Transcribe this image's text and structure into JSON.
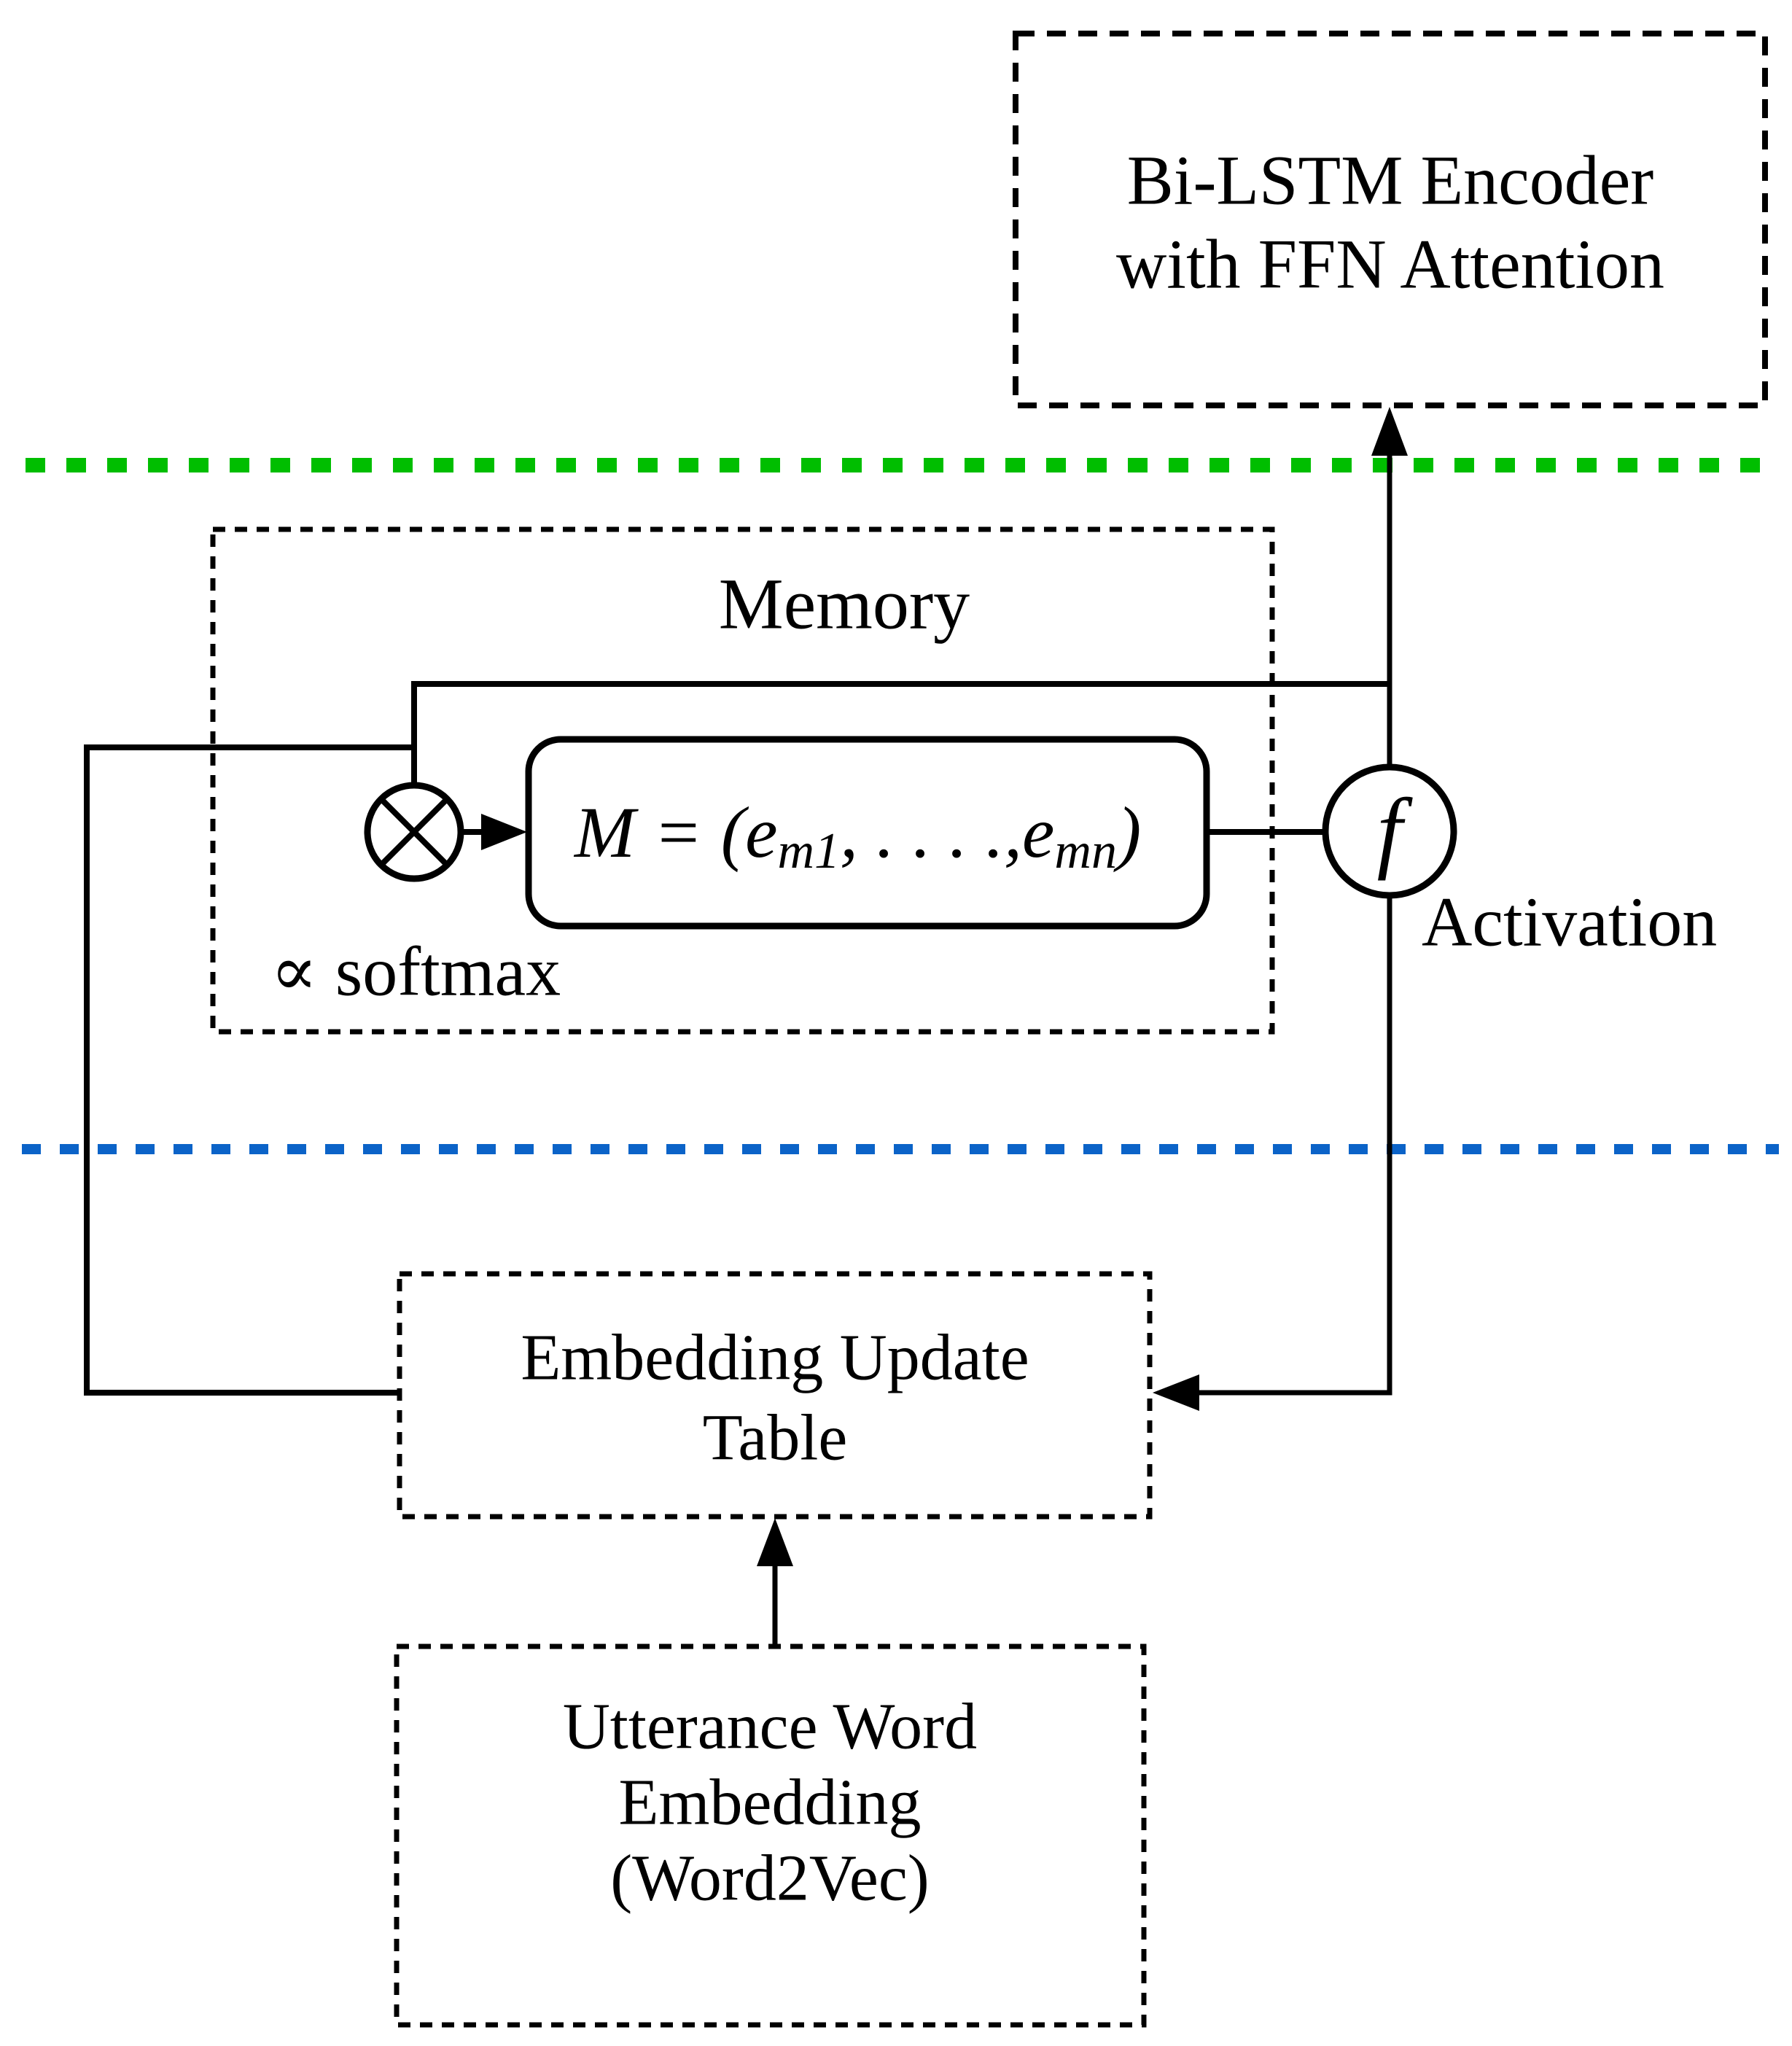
{
  "diagram": {
    "encoder": {
      "lines": [
        "Bi-LSTM Encoder",
        "with FFN Attention"
      ]
    },
    "memory": {
      "title": "Memory",
      "softmax_label": "∝ softmax",
      "formula": {
        "prefix": "M = (e",
        "sub1": "m1",
        "mid": ", . . . .,e",
        "sub2": "mn",
        "suffix": ")"
      }
    },
    "activation": {
      "symbol": "f",
      "label": "Activation"
    },
    "operator": {
      "icon": "circled-times"
    },
    "embedding_update": {
      "lines": [
        "Embedding Update",
        "Table"
      ]
    },
    "utterance": {
      "lines": [
        "Utterance Word",
        "Embedding",
        "(Word2Vec)"
      ]
    },
    "separators": {
      "green": {
        "color": "#00BE00"
      },
      "blue": {
        "color": "#0B63C8"
      }
    },
    "line_color": "#000000",
    "background": "#FFFFFF"
  }
}
